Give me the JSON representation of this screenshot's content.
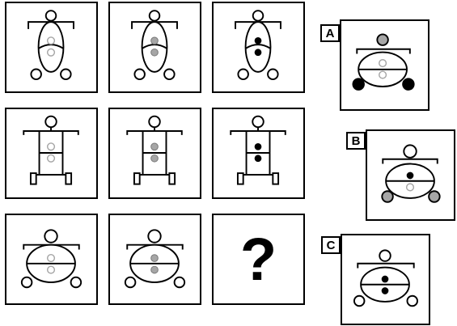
{
  "colors": {
    "line": "#000000",
    "white": "#ffffff",
    "gray": "#a6a6a6",
    "black": "#000000"
  },
  "grid": {
    "question_mark": "?",
    "cells": [
      {
        "id": "r1c1",
        "body": "tall-oval",
        "dots": "white",
        "feet": "white",
        "head": "white"
      },
      {
        "id": "r1c2",
        "body": "tall-oval",
        "dots": "gray",
        "feet": "white",
        "head": "white"
      },
      {
        "id": "r1c3",
        "body": "tall-oval",
        "dots": "black",
        "feet": "white",
        "head": "white"
      },
      {
        "id": "r2c1",
        "body": "rectangle",
        "dots": "white",
        "feet": "square",
        "head": "white"
      },
      {
        "id": "r2c2",
        "body": "rectangle",
        "dots": "gray",
        "feet": "square",
        "head": "white"
      },
      {
        "id": "r2c3",
        "body": "rectangle",
        "dots": "black",
        "feet": "square",
        "head": "white"
      },
      {
        "id": "r3c1",
        "body": "wide-oval",
        "dots": "white",
        "feet": "white",
        "head": "white"
      },
      {
        "id": "r3c2",
        "body": "wide-oval",
        "dots": "gray",
        "feet": "white",
        "head": "white"
      },
      {
        "id": "r3c3",
        "body": "unknown"
      }
    ]
  },
  "options": [
    {
      "label": "A",
      "body": "wide-oval",
      "dots": "white",
      "feet": "black",
      "head": "gray"
    },
    {
      "label": "B",
      "body": "wide-oval",
      "dots": "black-top-white-bottom",
      "feet": "gray",
      "head": "white"
    },
    {
      "label": "C",
      "body": "wide-oval",
      "dots": "black",
      "feet": "white",
      "head": "white"
    }
  ]
}
